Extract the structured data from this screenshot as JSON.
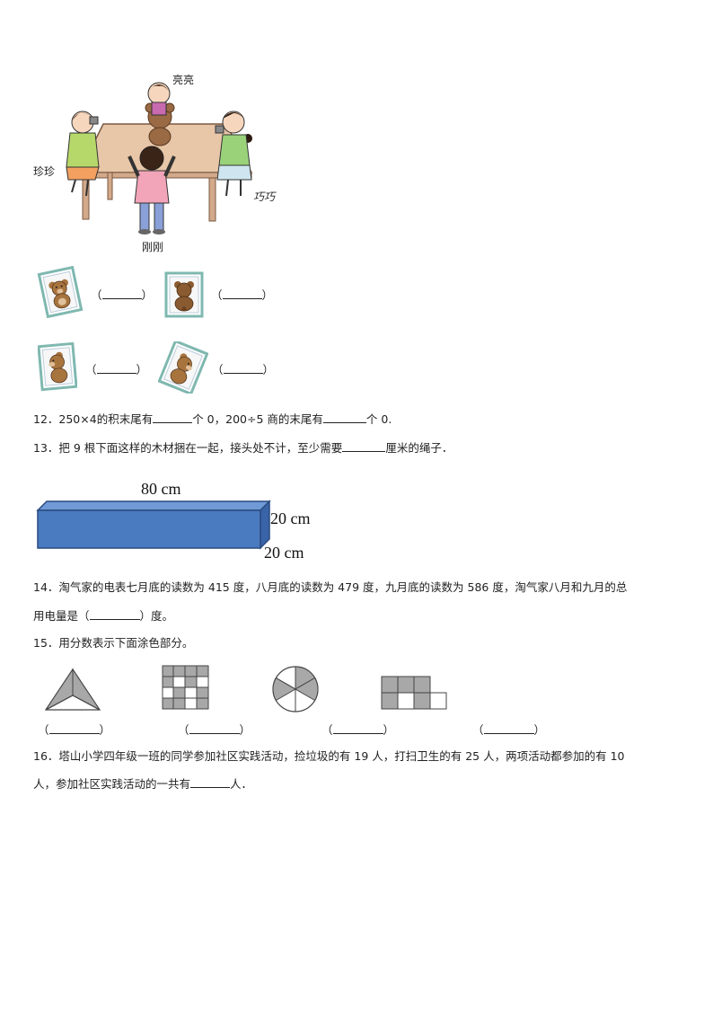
{
  "scene": {
    "name_top": "亮亮",
    "name_left": "珍珍",
    "name_right": "巧巧",
    "name_bottom": "刚刚"
  },
  "photos": [
    {
      "paren_open": "（",
      "paren_close": "）"
    },
    {
      "paren_open": "（",
      "paren_close": "）"
    },
    {
      "paren_open": "（",
      "paren_close": "）"
    },
    {
      "paren_open": "（",
      "paren_close": "）"
    }
  ],
  "q12": {
    "text_a": "12．250×4的积末尾有",
    "text_b": "个 0，200÷5 商的末尾有",
    "text_c": "个 0."
  },
  "q13": {
    "text_a": "13．把 9 根下面这样的木材捆在一起，接头处不计，至少需要",
    "text_b": "厘米的绳子．",
    "length": "80 cm",
    "height": "20 cm",
    "depth": "20 cm"
  },
  "q14": {
    "line1": "14．淘气家的电表七月底的读数为 415 度，八月底的读数为 479 度，九月底的读数为 586 度，淘气家八月和九月的总",
    "line2_a": "用电量是（",
    "line2_b": "）度。"
  },
  "q15": {
    "text": "15．用分数表示下面涂色部分。",
    "paren_open": "（",
    "paren_close": "）"
  },
  "q16": {
    "line1": "16．塔山小学四年级一班的同学参加社区实践活动，捡垃圾的有 19 人，打扫卫生的有 25 人，两项活动都参加的有 10",
    "line2_a": "人，参加社区实践活动的一共有",
    "line2_b": "人．"
  },
  "colors": {
    "wood_front": "#4a7abf",
    "wood_top": "#6f9ad6",
    "wood_side": "#3a64a8",
    "shade_gray": "#a8a8a8",
    "frame_teal": "#7fb8b0"
  }
}
